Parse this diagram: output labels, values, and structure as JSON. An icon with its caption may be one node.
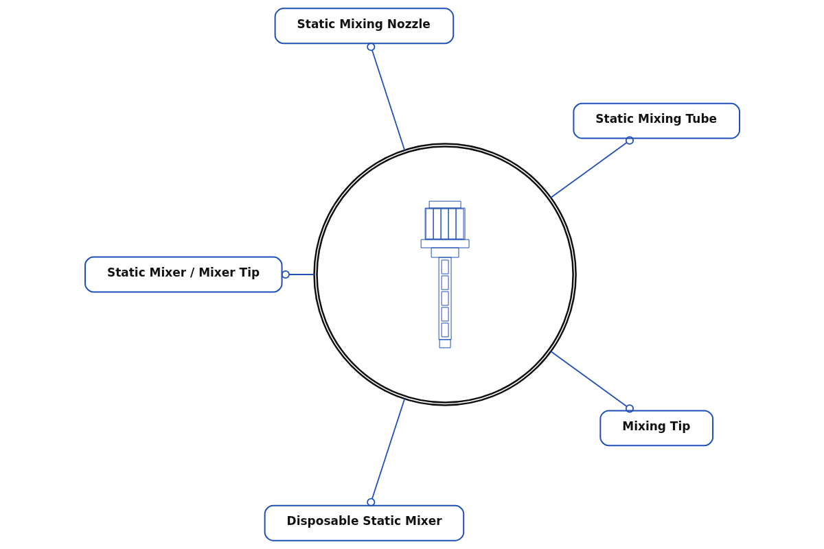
{
  "diagram": {
    "nodes": [
      {
        "text": [
          "Static Mixing Nozzle"
        ]
      },
      {
        "text": [
          "Static Mixer / Mixer Tip"
        ]
      },
      {
        "text": [
          "Static Mixing Tube"
        ]
      },
      {
        "text": [],
        "shape": "picture"
      },
      {
        "text": [
          "Disposable Static Mixer"
        ]
      },
      {
        "text": [
          "Mixing Tip"
        ]
      }
    ],
    "edges": [
      {
        "from": 3,
        "to": 2,
        "arrow": "other"
      },
      {
        "from": 3,
        "to": 0,
        "arrow": "other"
      },
      {
        "from": 3,
        "to": 1,
        "arrow": "other"
      },
      {
        "from": 3,
        "to": 4,
        "arrow": "other"
      },
      {
        "from": 3,
        "to": 5,
        "arrow": "other"
      }
    ]
  }
}
